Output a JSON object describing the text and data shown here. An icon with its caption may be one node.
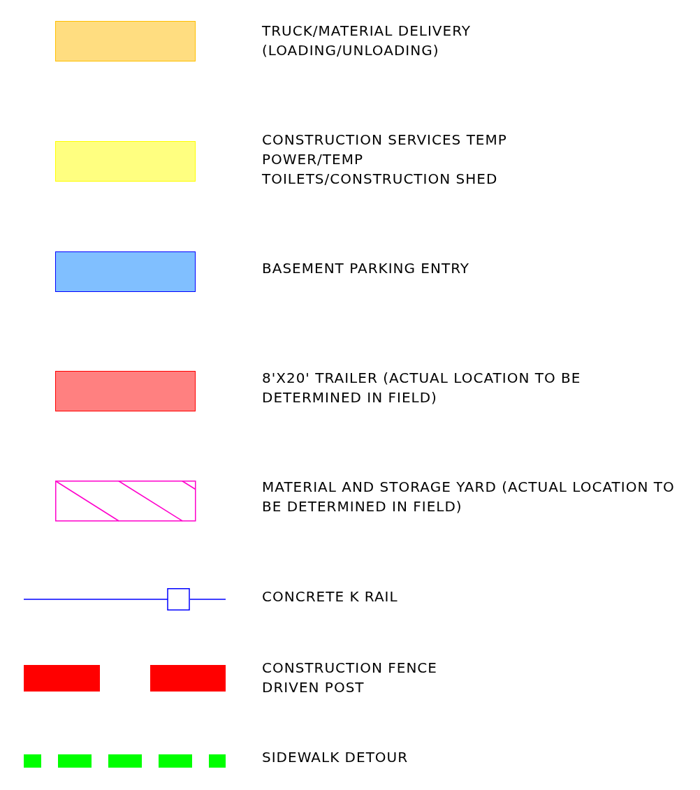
{
  "diagram": {
    "legend": [
      {
        "text": "TRUCK/MATERIAL DELIVERY (LOADING/UNLOADING)",
        "color": "#ffdd80"
      },
      {
        "text": "CONSTRUCTION SERVICES TEMP POWER/TEMP TOILETS/CONSTRUCTION SHED",
        "color": "#ffff80"
      },
      {
        "text": "BASEMENT PARKING ENTRY",
        "color": "#80bfff"
      },
      {
        "text": "8'X20' TRAILER (ACTUAL LOCATION TO BE DETERMINED IN FIELD)",
        "color": "#ff8080"
      },
      {
        "text": "MATERIAL AND STORAGE YARD (ACTUAL LOCATION TO BE DETERMINED IN FIELD)"
      },
      {
        "text": "CONCRETE K RAIL"
      },
      {
        "text": "CONSTRUCTION FENCE DRIVEN POST"
      },
      {
        "text": "SIDEWALK DETOUR"
      }
    ]
  }
}
